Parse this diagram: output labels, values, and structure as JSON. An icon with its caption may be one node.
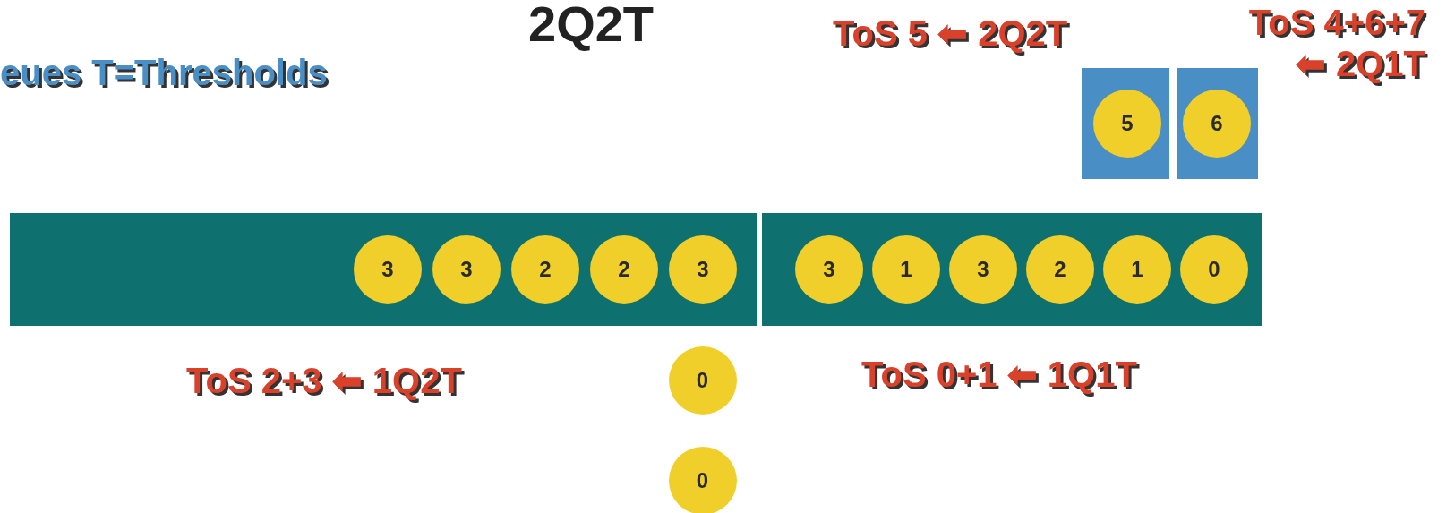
{
  "diagram": {
    "title": "2Q2T",
    "nodes": [
      {
        "text": [],
        "shape": "box"
      },
      {
        "text": [
          "5"
        ],
        "in": 0
      },
      {
        "text": [],
        "shape": "box"
      },
      {
        "text": [
          "6"
        ],
        "in": 2
      },
      {
        "text": [],
        "shape": "box"
      },
      {
        "text": [
          "3"
        ],
        "in": 4
      },
      {
        "text": [
          "3"
        ],
        "in": 4
      },
      {
        "text": [
          "2"
        ],
        "in": 4
      },
      {
        "text": [
          "2"
        ],
        "in": 4
      },
      {
        "text": [
          "3"
        ],
        "in": 4
      },
      {
        "text": [],
        "shape": "box"
      },
      {
        "text": [
          "3"
        ],
        "in": 10
      },
      {
        "text": [
          "1"
        ],
        "in": 10
      },
      {
        "text": [
          "3"
        ],
        "in": 10
      },
      {
        "text": [
          "2"
        ],
        "in": 10
      },
      {
        "text": [
          "1"
        ],
        "in": 10
      },
      {
        "text": [
          "0"
        ],
        "in": 10
      },
      {
        "text": [
          "0"
        ]
      },
      {
        "text": [
          "0"
        ]
      }
    ],
    "labels": [
      "eues T=Thresholds",
      "ToS 5 ⬅ 2Q2T",
      "ToS 4+6+7 ⬅ 2Q1T",
      "ToS 2+3 ⬅ 1Q2T",
      "ToS 0+1 ⬅ 1Q1T"
    ]
  }
}
